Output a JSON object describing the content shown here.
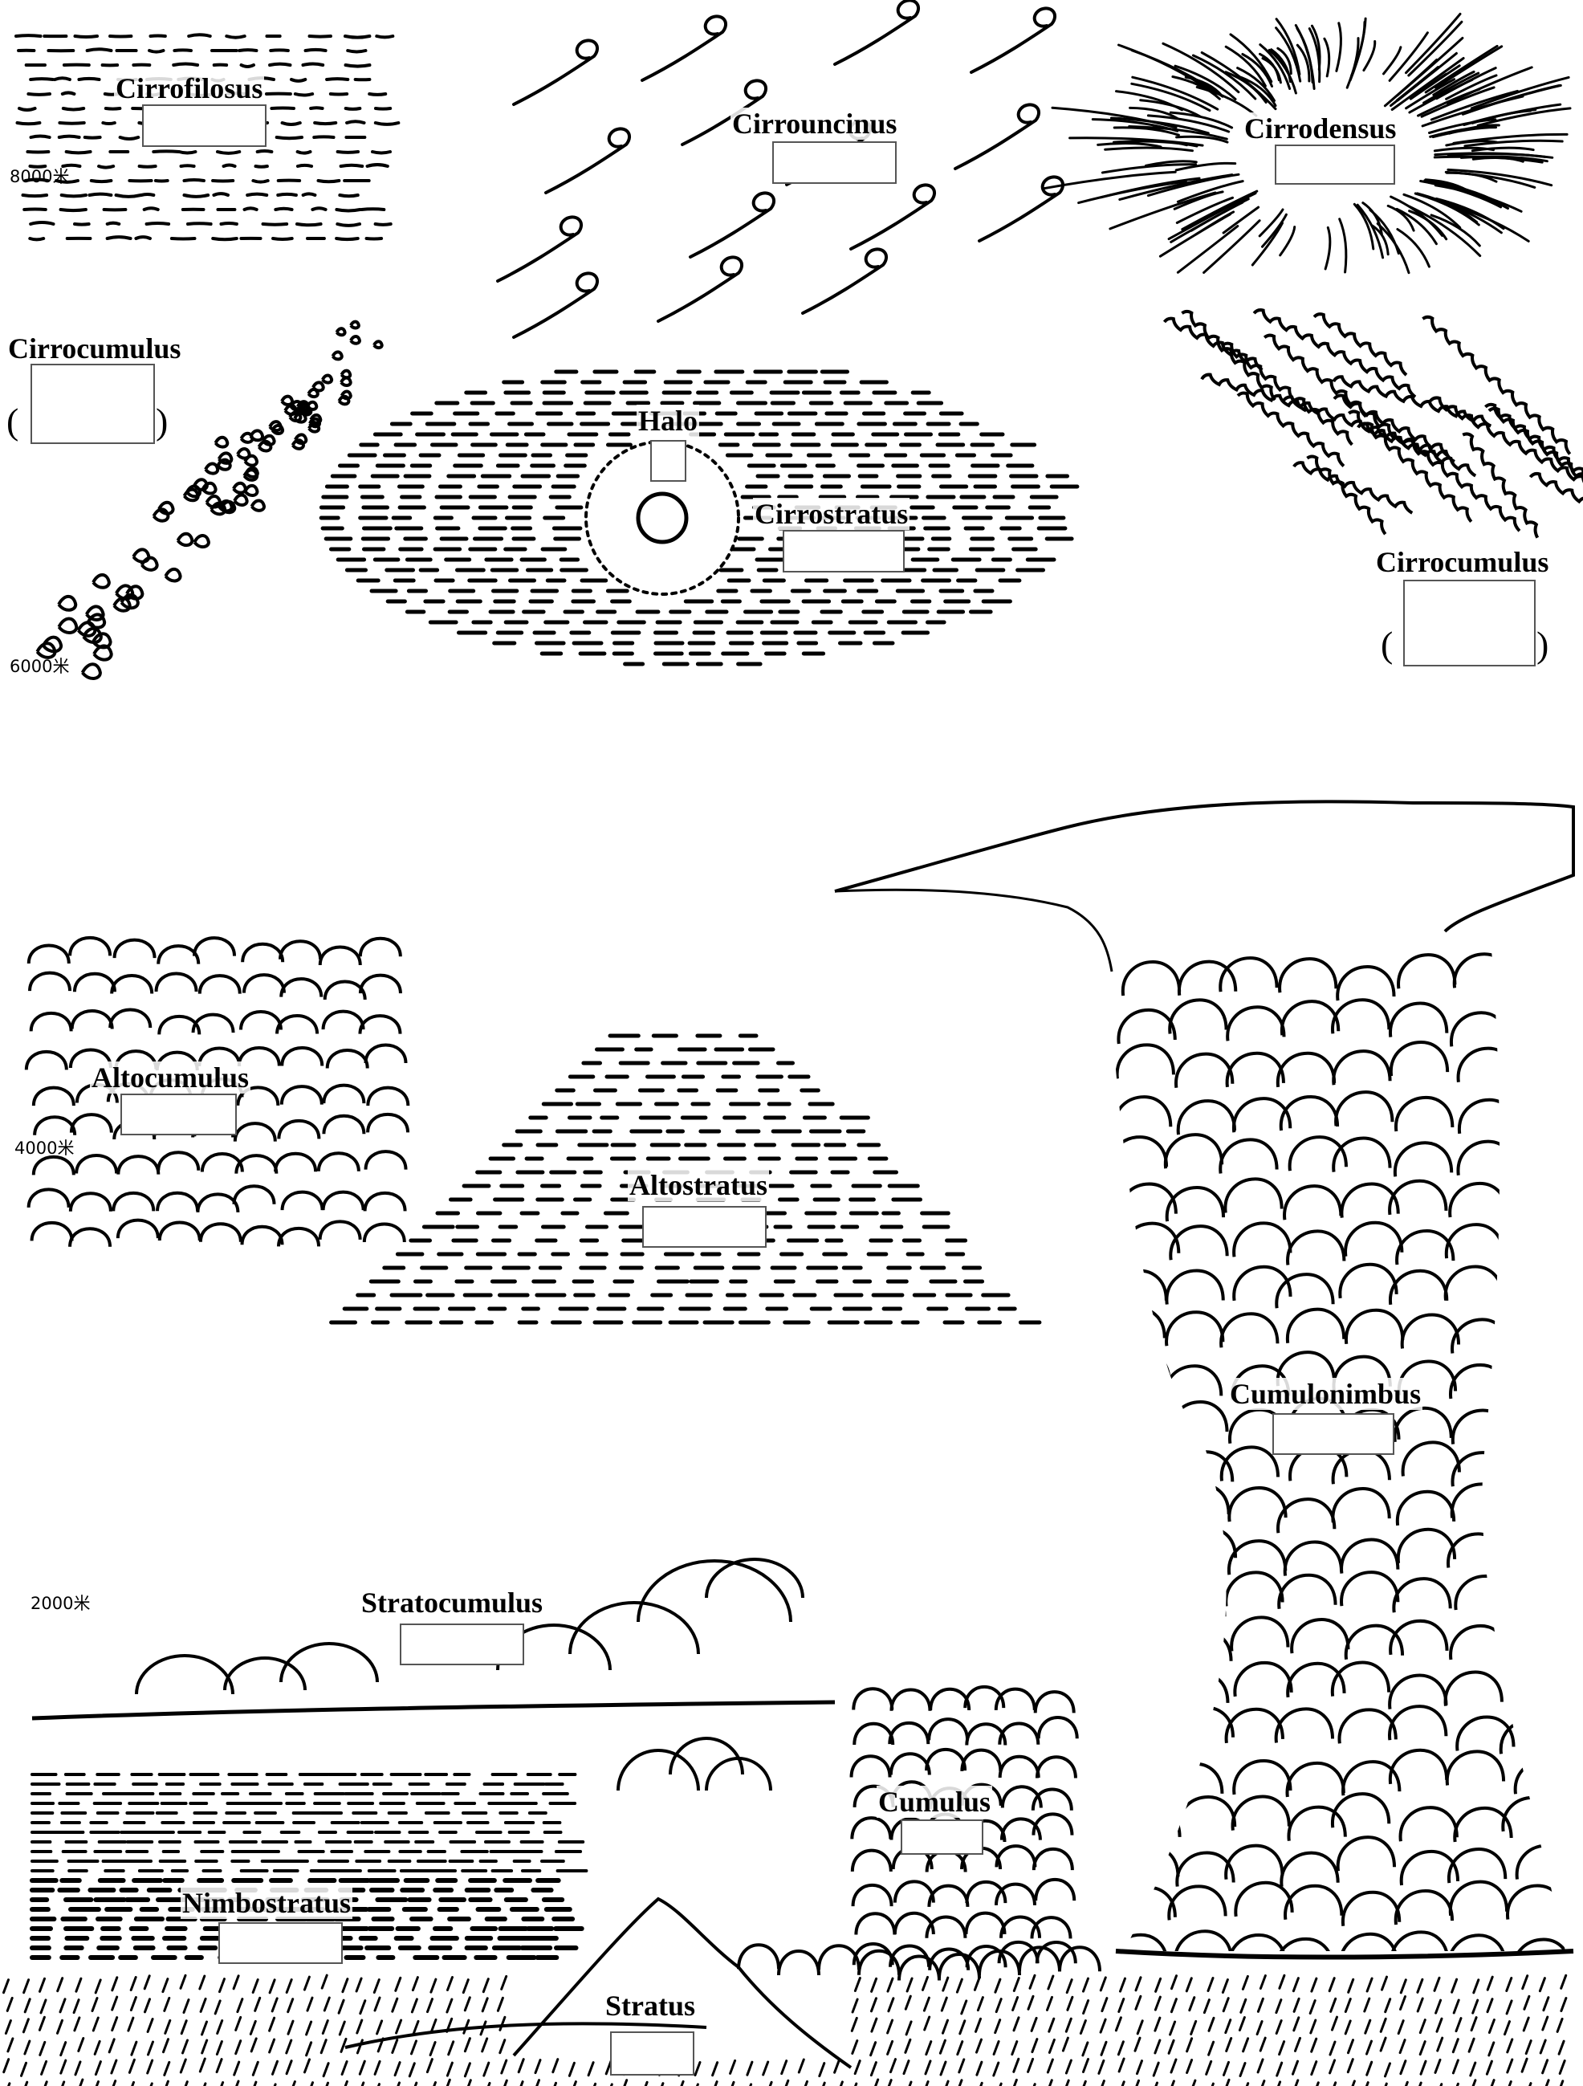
{
  "labels": {
    "cirrofilosus": "Cirrofilosus",
    "cirrouncinus": "Cirrouncinus",
    "cirrodensus": "Cirrodensus",
    "cirrocumulus_left": "Cirrocumulus",
    "halo": "Halo",
    "cirrostratus": "Cirrostratus",
    "cirrocumulus_right": "Cirrocumulus",
    "altocumulus": "Altocumulus",
    "altostratus": "Altostratus",
    "cumulonimbus": "Cumulonimbus",
    "stratocumulus": "Stratocumulus",
    "cumulus": "Cumulus",
    "nimbostratus": "Nimbostratus",
    "stratus": "Stratus"
  },
  "altitudes": {
    "a8000": "8000米",
    "a6000": "6000米",
    "a4000": "4000米",
    "a2000": "2000米"
  },
  "parentheses": {
    "open": "(",
    "close": ")"
  },
  "colors": {
    "ink": "#000000",
    "answer_box_border": "#555555",
    "background": "#ffffff"
  }
}
